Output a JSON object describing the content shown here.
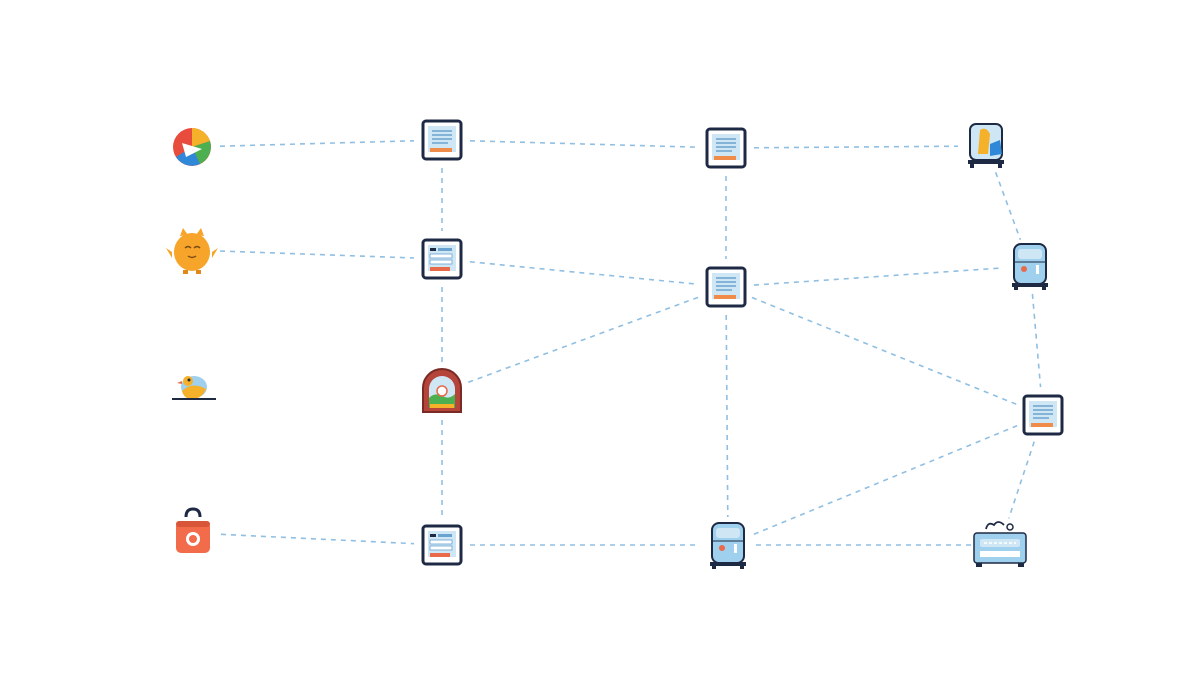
{
  "colors": {
    "background": "#ffffff",
    "edge": "#8fbfe3",
    "window_frame": "#1e2a44",
    "window_screen": "#cfe6f5",
    "accent_orange": "#f08c4a",
    "accent_red": "#e86a4a",
    "light_blue": "#9fd0ee",
    "orange": "#f6a42a"
  },
  "nodes": [
    {
      "id": "a1",
      "icon": "colorful-circle-logo-icon"
    },
    {
      "id": "a2",
      "icon": "orange-creature-icon"
    },
    {
      "id": "a3",
      "icon": "small-bird-icon"
    },
    {
      "id": "a4",
      "icon": "orange-bag-icon"
    },
    {
      "id": "b1",
      "icon": "document-window-icon"
    },
    {
      "id": "b2",
      "icon": "form-window-icon"
    },
    {
      "id": "b3",
      "icon": "arched-window-icon"
    },
    {
      "id": "b4",
      "icon": "form-window-icon"
    },
    {
      "id": "c1",
      "icon": "document-window-icon"
    },
    {
      "id": "c2",
      "icon": "document-window-icon"
    },
    {
      "id": "c3",
      "icon": "blue-cabinet-icon"
    },
    {
      "id": "d1",
      "icon": "blue-cart-icon"
    },
    {
      "id": "d2",
      "icon": "blue-cabinet-icon"
    },
    {
      "id": "d3",
      "icon": "document-window-icon"
    },
    {
      "id": "d4",
      "icon": "blue-machine-icon"
    }
  ],
  "edges": [
    [
      "a1",
      "b1"
    ],
    [
      "a2",
      "b2"
    ],
    [
      "a4",
      "b4"
    ],
    [
      "b1",
      "c1"
    ],
    [
      "c1",
      "d1"
    ],
    [
      "b1",
      "b2"
    ],
    [
      "b2",
      "b3"
    ],
    [
      "b3",
      "b4"
    ],
    [
      "b2",
      "c2"
    ],
    [
      "b3",
      "c2"
    ],
    [
      "c1",
      "c2"
    ],
    [
      "c2",
      "d2"
    ],
    [
      "c2",
      "d3"
    ],
    [
      "c2",
      "c3"
    ],
    [
      "b4",
      "c3"
    ],
    [
      "c3",
      "d3"
    ],
    [
      "c3",
      "d4"
    ],
    [
      "d1",
      "d2"
    ],
    [
      "d2",
      "d3"
    ],
    [
      "d3",
      "d4"
    ]
  ]
}
